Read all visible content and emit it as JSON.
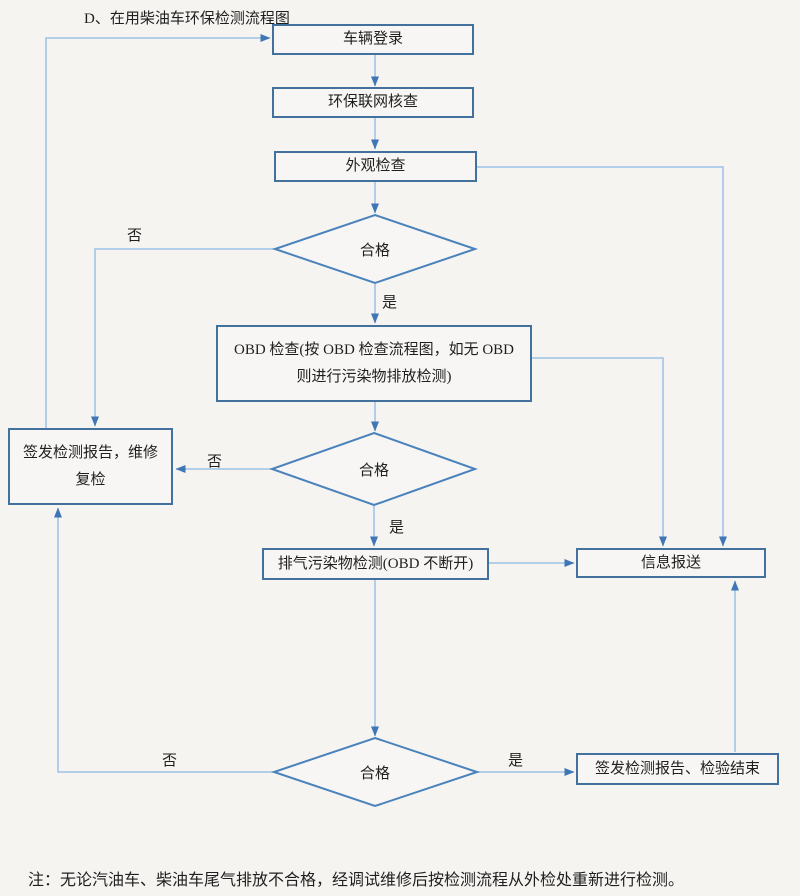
{
  "title": "D、在用柴油车环保检测流程图",
  "nodes": {
    "vehicle_login": "车辆登录",
    "env_network_check": "环保联网核查",
    "appearance_check": "外观检查",
    "decision1": "合格",
    "obd_check": "OBD 检查(按 OBD 检查流程图，如无 OBD 则进行污染物排放检测)",
    "decision2": "合格",
    "issue_report_repair": "签发检测报告，维修复检",
    "exhaust_test": "排气污染物检测(OBD 不断开)",
    "info_report": "信息报送",
    "decision3": "合格",
    "issue_report_end": "签发检测报告、检验结束"
  },
  "edge_labels": {
    "d1_no": "否",
    "d1_yes": "是",
    "d2_no": "否",
    "d2_yes": "是",
    "d3_no": "否",
    "d3_yes": "是"
  },
  "note": "注：无论汽油车、柴油车尾气排放不合格，经调试维修后按检测流程从外检处重新进行检测。",
  "colors": {
    "background": "#f5f4f1",
    "box_border": "#41719c",
    "diamond_border": "#4a82bc",
    "connector": "#9cc2e5",
    "arrowhead": "#3f76b6",
    "text": "#1f1f1f"
  }
}
